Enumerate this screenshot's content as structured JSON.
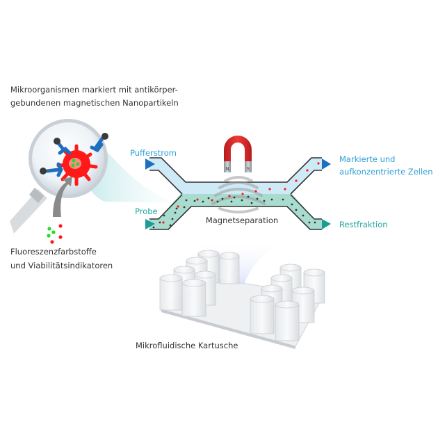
{
  "labels": {
    "microorganisms_line1": "Mikroorganismen markiert mit antikörper-",
    "microorganisms_line2": "gebundenen magnetischen Nanopartikeln",
    "dyes_line1": "Fluoreszenzfarbstoffe",
    "dyes_line2": "und Viabilitätsindikatoren",
    "buffer_stream": "Pufferstrom",
    "sample": "Probe",
    "magnetic_separation": "Magnetseparation",
    "marked_line1": "Markierte und",
    "marked_line2": "aufkonzentrierte Zellen",
    "residual_fraction": "Restfraktion",
    "cartridge": "Mikrofluidische Kartusche",
    "magnet_north": "N",
    "magnet_south": "S"
  },
  "colors": {
    "buffer_blue": "#2f9fd6",
    "sample_teal": "#21a6a0",
    "buffer_fill": "#cfeaf7",
    "sample_fill": "#a8dccf",
    "magnet_red": "#d8262a",
    "cell_red": "#ff1a1a",
    "antibody_blue": "#1f6fbf"
  }
}
